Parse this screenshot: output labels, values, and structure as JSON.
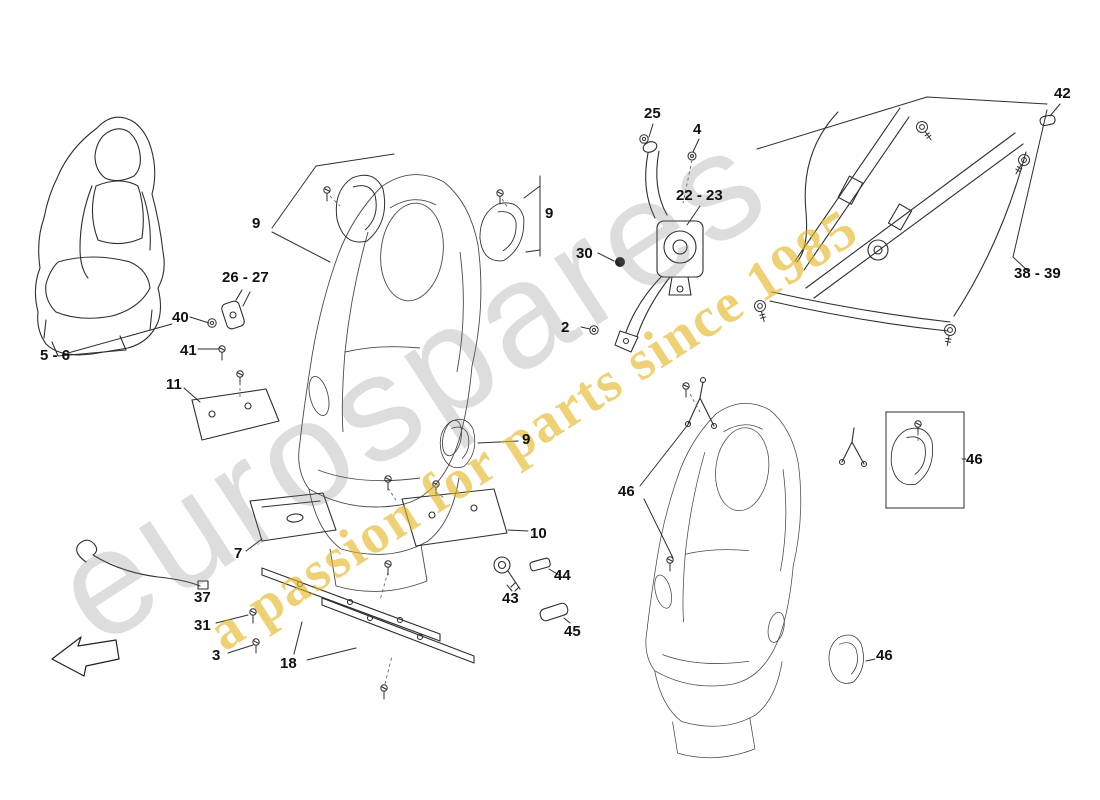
{
  "watermark": {
    "brand": "eurospares",
    "tagline": "a passion for parts since 1985"
  },
  "colors": {
    "background": "#ffffff",
    "line_dark": "#2e2e2e",
    "line_light": "#4a4a4a",
    "watermark_gray": "#9a9a9a",
    "watermark_gold": "#e3b320"
  },
  "part_labels": [
    {
      "id": "5-6",
      "text": "5 - 6"
    },
    {
      "id": "9-upper-left",
      "text": "9"
    },
    {
      "id": "9-upper-right",
      "text": "9"
    },
    {
      "id": "9-mid-right",
      "text": "9"
    },
    {
      "id": "26-27",
      "text": "26 - 27"
    },
    {
      "id": "40",
      "text": "40"
    },
    {
      "id": "41",
      "text": "41"
    },
    {
      "id": "11",
      "text": "11"
    },
    {
      "id": "7",
      "text": "7"
    },
    {
      "id": "37",
      "text": "37"
    },
    {
      "id": "31",
      "text": "31"
    },
    {
      "id": "3",
      "text": "3"
    },
    {
      "id": "18",
      "text": "18"
    },
    {
      "id": "10",
      "text": "10"
    },
    {
      "id": "25",
      "text": "25"
    },
    {
      "id": "4",
      "text": "4"
    },
    {
      "id": "22-23",
      "text": "22 - 23"
    },
    {
      "id": "30",
      "text": "30"
    },
    {
      "id": "2",
      "text": "2"
    },
    {
      "id": "42",
      "text": "42"
    },
    {
      "id": "38-39",
      "text": "38 - 39"
    },
    {
      "id": "46-left",
      "text": "46"
    },
    {
      "id": "46-right",
      "text": "46"
    },
    {
      "id": "46-bottom",
      "text": "46"
    },
    {
      "id": "43",
      "text": "43"
    },
    {
      "id": "44",
      "text": "44"
    },
    {
      "id": "45",
      "text": "45"
    }
  ]
}
